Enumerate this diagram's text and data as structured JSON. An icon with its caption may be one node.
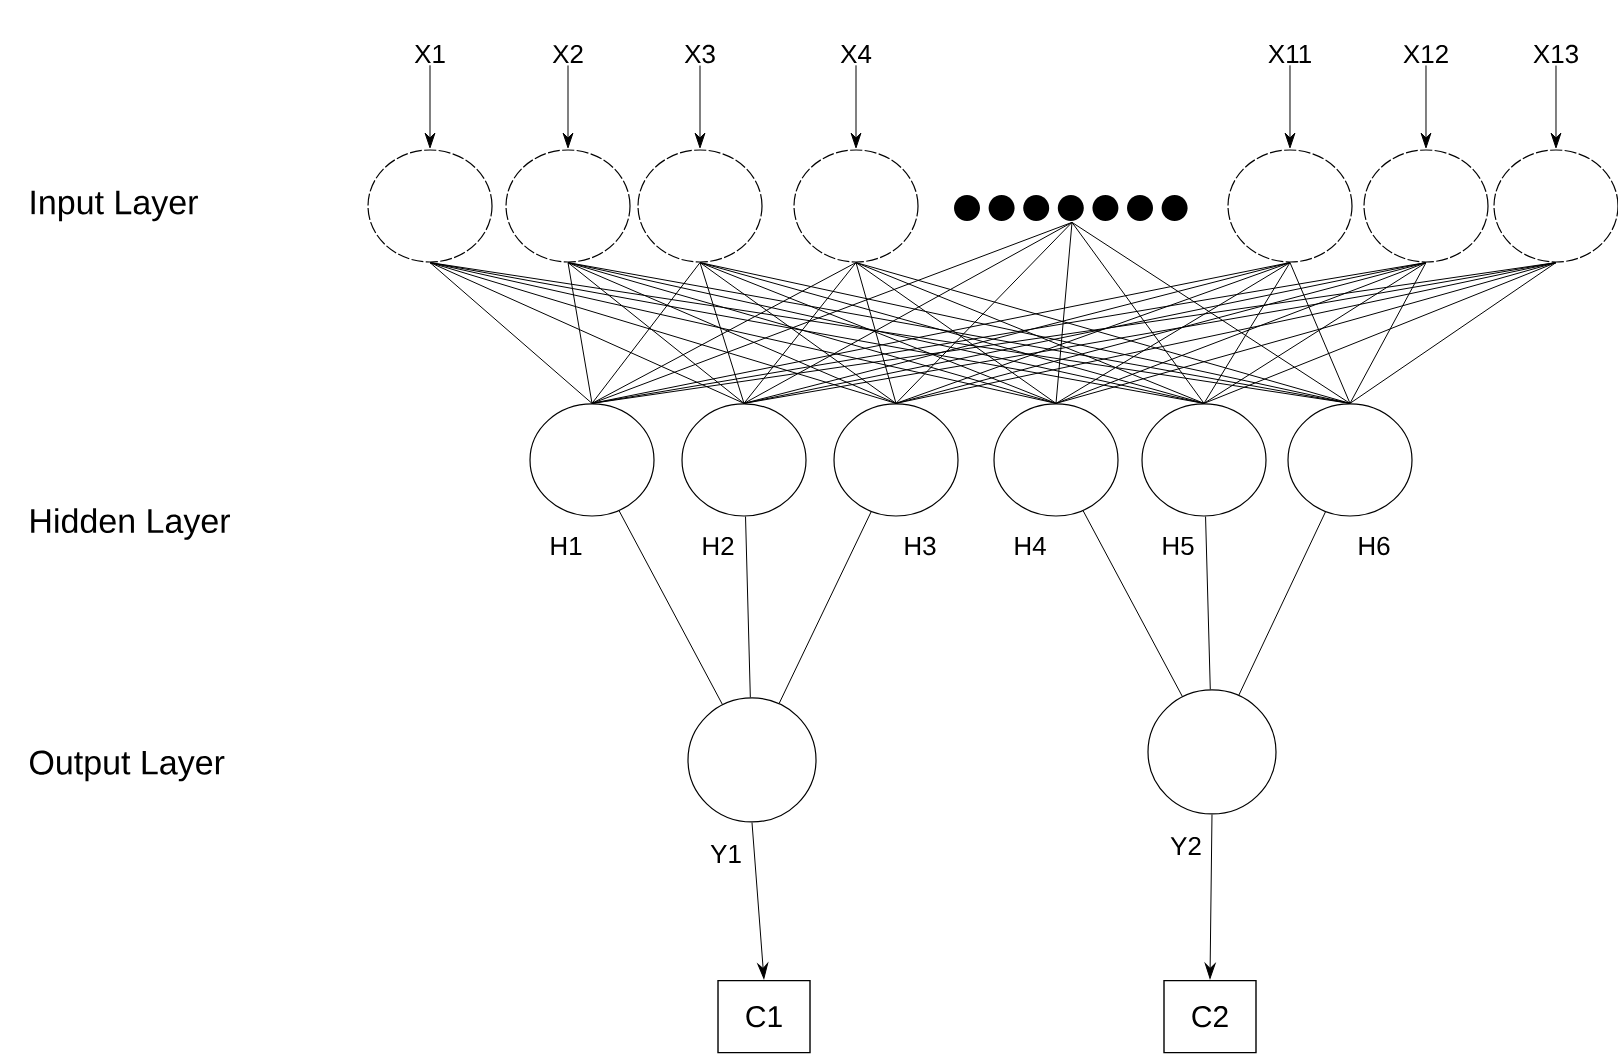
{
  "diagram": {
    "nodes": [
      {
        "text": [
          "X1"
        ]
      },
      {
        "text": [
          "X2"
        ]
      },
      {
        "text": [
          "X3"
        ]
      },
      {
        "text": [
          "X4"
        ]
      },
      {
        "text": [
          "X11"
        ]
      },
      {
        "text": [
          "X12"
        ]
      },
      {
        "text": [
          "X13"
        ]
      },
      {
        "text": [],
        "shape": "circle"
      },
      {
        "text": [],
        "shape": "circle"
      },
      {
        "text": [],
        "shape": "circle"
      },
      {
        "text": [],
        "shape": "circle"
      },
      {
        "text": [],
        "shape": "circle"
      },
      {
        "text": [],
        "shape": "circle"
      },
      {
        "text": [],
        "shape": "circle"
      },
      {
        "text": [],
        "shape": "dots"
      },
      {
        "text": [],
        "shape": "circle",
        "beside": [
          "H1"
        ]
      },
      {
        "text": [],
        "shape": "circle",
        "beside": [
          "H2"
        ]
      },
      {
        "text": [],
        "shape": "circle",
        "beside": [
          "H3"
        ]
      },
      {
        "text": [],
        "shape": "circle",
        "beside": [
          "H4"
        ]
      },
      {
        "text": [],
        "shape": "circle",
        "beside": [
          "H5"
        ]
      },
      {
        "text": [],
        "shape": "circle",
        "beside": [
          "H6"
        ]
      },
      {
        "text": [],
        "shape": "circle",
        "beside": [
          "Y1"
        ]
      },
      {
        "text": [],
        "shape": "circle",
        "beside": [
          "Y2"
        ]
      },
      {
        "text": [
          "C1"
        ]
      },
      {
        "text": [
          "C2"
        ]
      }
    ],
    "edges": [
      {
        "from": 0,
        "to": 7,
        "arrow": "to"
      },
      {
        "from": 1,
        "to": 8,
        "arrow": "to"
      },
      {
        "from": 2,
        "to": 9,
        "arrow": "to"
      },
      {
        "from": 3,
        "to": 10,
        "arrow": "to"
      },
      {
        "from": 4,
        "to": 11,
        "arrow": "to"
      },
      {
        "from": 5,
        "to": 12,
        "arrow": "to"
      },
      {
        "from": 6,
        "to": 13,
        "arrow": "to"
      },
      {
        "from": 7,
        "to": 15,
        "arrow": "none"
      },
      {
        "from": 7,
        "to": 16,
        "arrow": "none"
      },
      {
        "from": 7,
        "to": 17,
        "arrow": "none"
      },
      {
        "from": 7,
        "to": 18,
        "arrow": "none"
      },
      {
        "from": 7,
        "to": 19,
        "arrow": "none"
      },
      {
        "from": 7,
        "to": 20,
        "arrow": "none"
      },
      {
        "from": 8,
        "to": 15,
        "arrow": "none"
      },
      {
        "from": 8,
        "to": 16,
        "arrow": "none"
      },
      {
        "from": 8,
        "to": 17,
        "arrow": "none"
      },
      {
        "from": 8,
        "to": 18,
        "arrow": "none"
      },
      {
        "from": 8,
        "to": 19,
        "arrow": "none"
      },
      {
        "from": 8,
        "to": 20,
        "arrow": "none"
      },
      {
        "from": 9,
        "to": 15,
        "arrow": "none"
      },
      {
        "from": 9,
        "to": 16,
        "arrow": "none"
      },
      {
        "from": 9,
        "to": 17,
        "arrow": "none"
      },
      {
        "from": 9,
        "to": 18,
        "arrow": "none"
      },
      {
        "from": 9,
        "to": 19,
        "arrow": "none"
      },
      {
        "from": 9,
        "to": 20,
        "arrow": "none"
      },
      {
        "from": 10,
        "to": 15,
        "arrow": "none"
      },
      {
        "from": 10,
        "to": 16,
        "arrow": "none"
      },
      {
        "from": 10,
        "to": 17,
        "arrow": "none"
      },
      {
        "from": 10,
        "to": 18,
        "arrow": "none"
      },
      {
        "from": 10,
        "to": 19,
        "arrow": "none"
      },
      {
        "from": 10,
        "to": 20,
        "arrow": "none"
      },
      {
        "from": 11,
        "to": 15,
        "arrow": "none"
      },
      {
        "from": 11,
        "to": 16,
        "arrow": "none"
      },
      {
        "from": 11,
        "to": 17,
        "arrow": "none"
      },
      {
        "from": 11,
        "to": 18,
        "arrow": "none"
      },
      {
        "from": 11,
        "to": 19,
        "arrow": "none"
      },
      {
        "from": 11,
        "to": 20,
        "arrow": "none"
      },
      {
        "from": 12,
        "to": 15,
        "arrow": "none"
      },
      {
        "from": 12,
        "to": 16,
        "arrow": "none"
      },
      {
        "from": 12,
        "to": 17,
        "arrow": "none"
      },
      {
        "from": 12,
        "to": 18,
        "arrow": "none"
      },
      {
        "from": 12,
        "to": 19,
        "arrow": "none"
      },
      {
        "from": 12,
        "to": 20,
        "arrow": "none"
      },
      {
        "from": 13,
        "to": 15,
        "arrow": "none"
      },
      {
        "from": 13,
        "to": 16,
        "arrow": "none"
      },
      {
        "from": 13,
        "to": 17,
        "arrow": "none"
      },
      {
        "from": 13,
        "to": 18,
        "arrow": "none"
      },
      {
        "from": 13,
        "to": 19,
        "arrow": "none"
      },
      {
        "from": 13,
        "to": 20,
        "arrow": "none"
      },
      {
        "from": 14,
        "to": 15,
        "arrow": "none"
      },
      {
        "from": 14,
        "to": 16,
        "arrow": "none"
      },
      {
        "from": 14,
        "to": 17,
        "arrow": "none"
      },
      {
        "from": 14,
        "to": 18,
        "arrow": "none"
      },
      {
        "from": 14,
        "to": 19,
        "arrow": "none"
      },
      {
        "from": 14,
        "to": 20,
        "arrow": "none"
      },
      {
        "from": 15,
        "to": 21,
        "arrow": "none"
      },
      {
        "from": 16,
        "to": 21,
        "arrow": "none"
      },
      {
        "from": 17,
        "to": 21,
        "arrow": "none"
      },
      {
        "from": 18,
        "to": 22,
        "arrow": "none"
      },
      {
        "from": 19,
        "to": 22,
        "arrow": "none"
      },
      {
        "from": 20,
        "to": 22,
        "arrow": "none"
      },
      {
        "from": 21,
        "to": 23,
        "arrow": "to"
      },
      {
        "from": 22,
        "to": 24,
        "arrow": "to"
      }
    ],
    "labels": [
      "Input Layer",
      "Hidden Layer",
      "Output Layer"
    ]
  }
}
